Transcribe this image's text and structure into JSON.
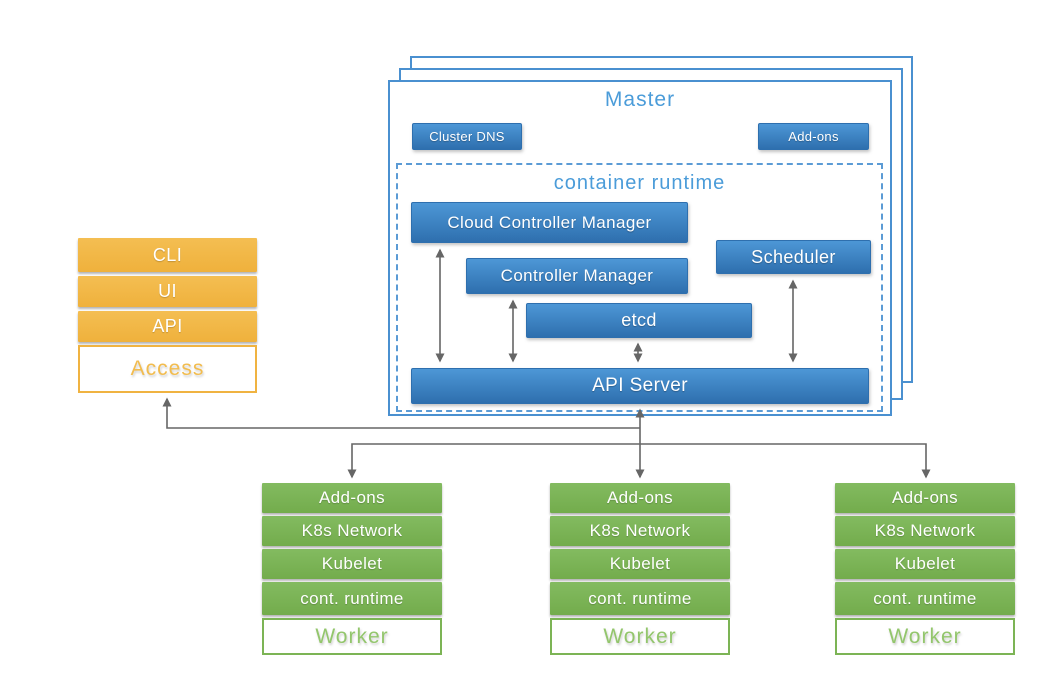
{
  "master": {
    "title": "Master",
    "cluster_dns_label": "Cluster DNS",
    "addons_label": "Add-ons",
    "container_runtime_title": "container runtime",
    "components": {
      "cloud_controller_manager": "Cloud Controller Manager",
      "controller_manager": "Controller Manager",
      "scheduler": "Scheduler",
      "etcd": "etcd",
      "api_server": "API Server"
    }
  },
  "access": {
    "items": [
      "CLI",
      "UI",
      "API"
    ],
    "label": "Access"
  },
  "worker": {
    "rows": [
      "Add-ons",
      "K8s Network",
      "Kubelet",
      "cont. runtime"
    ],
    "label": "Worker"
  },
  "colors": {
    "component_blue_top": "#4d97d6",
    "component_blue_bottom": "#2e6fae",
    "card_border_blue": "#4a90d0",
    "title_blue": "#4b9cd9",
    "access_orange": "#f0b341",
    "worker_green": "#7cb455",
    "arrow_gray": "#666666"
  }
}
